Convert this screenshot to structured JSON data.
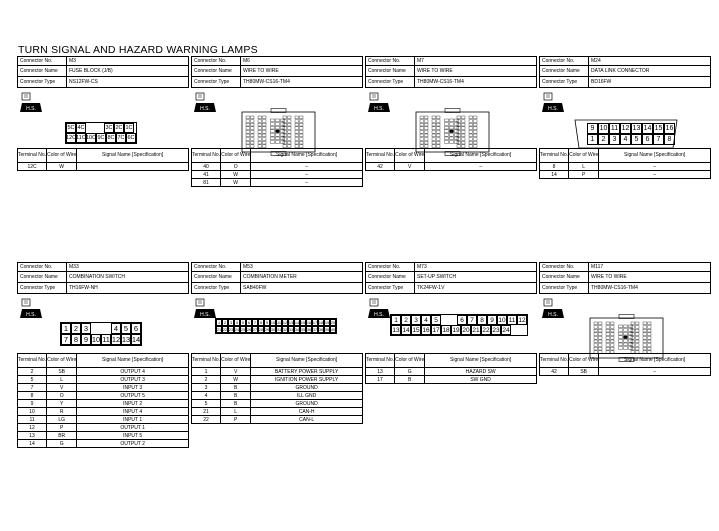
{
  "title": "TURN SIGNAL AND HAZARD WARNING LAMPS",
  "labels": {
    "no": "Connector No.",
    "name": "Connector Name",
    "type": "Connector Type",
    "hs": "H.S.",
    "term": "Terminal No.",
    "color": "Color of Wire",
    "signal": "Signal Name [Specification]"
  },
  "connectors": [
    {
      "no": "M3",
      "name": "FUSE BLOCK (J/B)",
      "type": "NS12FW-CS",
      "rows": [
        [
          "12C",
          "W",
          ""
        ]
      ]
    },
    {
      "no": "M6",
      "name": "WIRE TO WIRE",
      "type": "TH80MW-CS16-TM4",
      "rows": [
        [
          "40",
          "O",
          "–"
        ],
        [
          "41",
          "W",
          "–"
        ],
        [
          "81",
          "W",
          "–"
        ]
      ]
    },
    {
      "no": "M7",
      "name": "WIRE TO WIRE",
      "type": "TH80MW-CS16-TM4",
      "rows": [
        [
          "42",
          "V",
          "–"
        ]
      ]
    },
    {
      "no": "M24",
      "name": "DATA LINK CONNECTOR",
      "type": "BD16FW",
      "rows": [
        [
          "8",
          "L",
          "–"
        ],
        [
          "14",
          "P",
          "–"
        ]
      ]
    },
    {
      "no": "M33",
      "name": "COMBINATION SWITCH",
      "type": "TH16FW-NH",
      "rows": [
        [
          "2",
          "SB",
          "OUTPUT 4"
        ],
        [
          "5",
          "L",
          "OUTPUT 3"
        ],
        [
          "7",
          "V",
          "INPUT 3"
        ],
        [
          "8",
          "O",
          "OUTPUT 5"
        ],
        [
          "9",
          "Y",
          "INPUT 2"
        ],
        [
          "10",
          "R",
          "INPUT 4"
        ],
        [
          "11",
          "LG",
          "INPUT 1"
        ],
        [
          "12",
          "P",
          "OUTPUT 1"
        ],
        [
          "13",
          "BR",
          "INPUT 5"
        ],
        [
          "14",
          "G",
          "OUTPUT 2"
        ]
      ]
    },
    {
      "no": "M53",
      "name": "COMBINATION METER",
      "type": "SAB40FW",
      "rows": [
        [
          "1",
          "V",
          "BATTERY POWER SUPPLY"
        ],
        [
          "2",
          "W",
          "IGNITION POWER SUPPLY"
        ],
        [
          "3",
          "B",
          "GROUND"
        ],
        [
          "4",
          "B",
          "ILL GND"
        ],
        [
          "5",
          "B",
          "GROUND"
        ],
        [
          "21",
          "L",
          "CAN-H"
        ],
        [
          "22",
          "P",
          "CAN-L"
        ]
      ]
    },
    {
      "no": "M73",
      "name": "SET-UP SWITCH",
      "type": "TK24FW-1V",
      "rows": [
        [
          "13",
          "G",
          "HAZARD SW"
        ],
        [
          "17",
          "B",
          "SW GND"
        ]
      ]
    },
    {
      "no": "M117",
      "name": "WIRE TO WIRE",
      "type": "TH80MW-CS16-TM4",
      "rows": [
        [
          "42",
          "SB",
          "–"
        ]
      ]
    }
  ],
  "pins": {
    "m3": {
      "top": [
        "5C",
        "4C",
        "",
        "3C",
        "2C",
        "1C"
      ],
      "bot": [
        "12C",
        "11C",
        "10C",
        "9C",
        "8C",
        "7C",
        "6C"
      ]
    },
    "m24": {
      "top": [
        "9",
        "10",
        "11",
        "12",
        "13",
        "14",
        "15",
        "16"
      ],
      "bot": [
        "1",
        "2",
        "3",
        "4",
        "5",
        "6",
        "7",
        "8"
      ]
    },
    "m33": {
      "top": [
        "1",
        "2",
        "3",
        "",
        "",
        "4",
        "5",
        "6"
      ],
      "bot": [
        "7",
        "8",
        "9",
        "10",
        "11",
        "12",
        "13",
        "14"
      ]
    },
    "m53": {
      "top": [
        "1",
        "2",
        "3",
        "4",
        "5",
        "6",
        "7",
        "8",
        "9",
        "10",
        "11",
        "12",
        "13",
        "14",
        "15",
        "16",
        "17",
        "18",
        "19",
        "20"
      ],
      "bot": [
        "21",
        "22",
        "23",
        "24",
        "25",
        "26",
        "27",
        "28",
        "29",
        "30",
        "31",
        "32",
        "33",
        "34",
        "35",
        "36",
        "37",
        "38",
        "39",
        "40"
      ]
    },
    "m73": {
      "top": [
        "1",
        "2",
        "3",
        "4",
        "5",
        "",
        "6",
        "7",
        "8",
        "9",
        "10",
        "11",
        "12"
      ],
      "bot": [
        "13",
        "14",
        "15",
        "16",
        "17",
        "18",
        "19",
        "20",
        "21",
        "22",
        "23",
        "24"
      ]
    }
  }
}
